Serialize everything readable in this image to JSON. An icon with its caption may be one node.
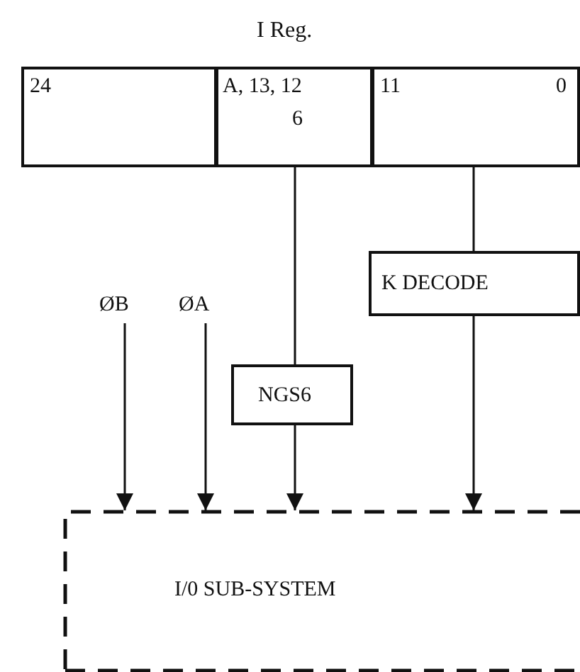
{
  "diagram": {
    "nodes": [
      {
        "text": [
          "I Reg."
        ]
      },
      {
        "text": [
          "24"
        ],
        "in": 0
      },
      {
        "text": [
          "A, 13, 12",
          "6"
        ],
        "in": 0
      },
      {
        "text": [
          "11",
          "0"
        ],
        "in": 0
      },
      {
        "text": [
          "K DECODE"
        ]
      },
      {
        "text": [
          "ØB"
        ]
      },
      {
        "text": [
          "ØA"
        ]
      },
      {
        "text": [
          "NGS6"
        ]
      },
      {
        "text": [
          "I/0 SUB-SYSTEM"
        ]
      }
    ],
    "edges": [
      {
        "from": 2,
        "to": 7,
        "arrow": "none"
      },
      {
        "from": 3,
        "to": 4,
        "arrow": "none"
      },
      {
        "from": 5,
        "to": 8,
        "arrow": "to"
      },
      {
        "from": 6,
        "to": 8,
        "arrow": "to"
      },
      {
        "from": 7,
        "to": 8,
        "arrow": "to"
      },
      {
        "from": 4,
        "to": 8,
        "arrow": "to"
      }
    ]
  }
}
